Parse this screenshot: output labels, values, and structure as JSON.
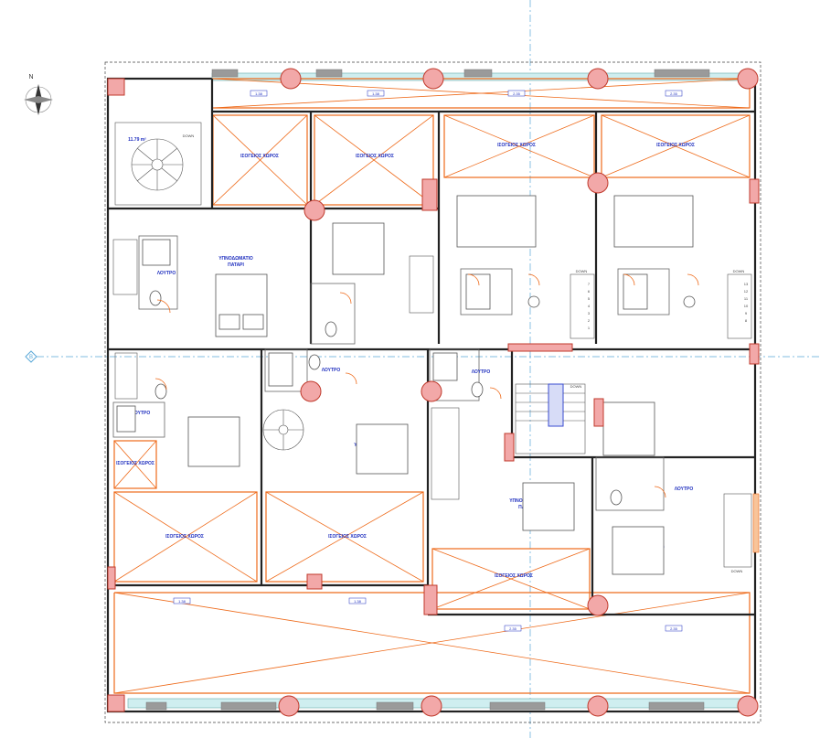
{
  "north_label": "N",
  "grid_marker": "B",
  "labels": {
    "iso": "ΙΣΟΓΕΙΟΣ ΧΩΡΟΣ",
    "bedroom_line1": "ΥΠΝΟΔΩΜΑΤΙΟ",
    "bedroom_line2": "ΠΑΤΑΡΙ",
    "wc": "ΛΟΥΤΡΟ",
    "down": "DOWN",
    "area": "11.79 m²"
  },
  "dimensions": {
    "d1": "1.38",
    "d2": "1.38",
    "d3": "2.35",
    "d4": "2.35",
    "d5": "1.38",
    "d6": "1.38",
    "d7": "2.35",
    "d8": "2.35"
  },
  "stair_steps": [
    "13",
    "12",
    "11",
    "10",
    "9",
    "8",
    "7",
    "6",
    "5",
    "4",
    "3",
    "2",
    "1"
  ],
  "colors": {
    "wall": "#222222",
    "beam": "#ee6a1a",
    "column": "#f2a8a8",
    "text": "#1f2fbf",
    "grid": "#5aa8d8"
  }
}
